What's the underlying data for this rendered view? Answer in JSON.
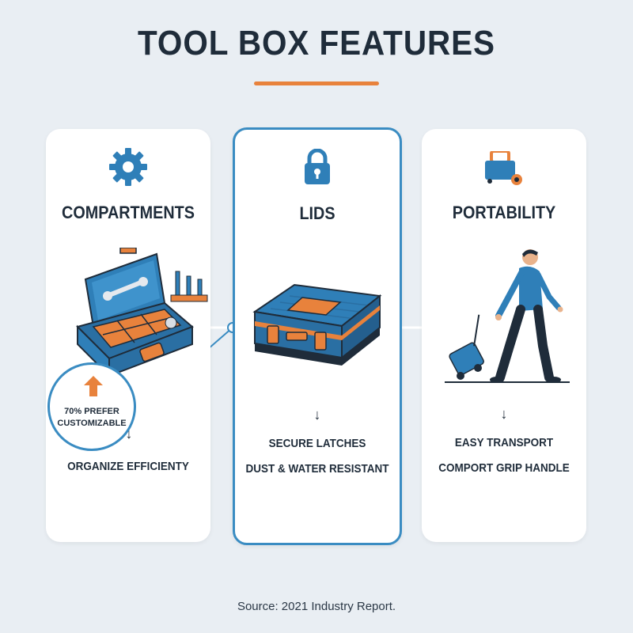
{
  "title": "TOOL BOX FEATURES",
  "colors": {
    "accent_orange": "#e8823c",
    "accent_blue": "#3a8cc2",
    "dark": "#1f2c3a",
    "background": "#e9eef3"
  },
  "cards": [
    {
      "icon": "gear-icon",
      "title": "COMPARTMENTS",
      "illustration": "open-toolbox-illustration",
      "badge": {
        "icon": "arrow-up-icon",
        "line1": "70% PREFER",
        "line2": "CUSTOMIZABLE"
      },
      "arrow": "↓",
      "details": [
        "ORGANIZE EFFICIENTY"
      ]
    },
    {
      "icon": "padlock-icon",
      "title": "LIDS",
      "illustration": "closed-toolbox-illustration",
      "arrow": "↓",
      "details": [
        "SECURE LATCHES",
        "DUST & WATER RESISTANT"
      ]
    },
    {
      "icon": "rolling-case-icon",
      "title": "PORTABILITY",
      "illustration": "person-pulling-case-illustration",
      "arrow": "↓",
      "details": [
        "EASY TRANSPORT",
        "COMPORT GRIP HANDLE"
      ]
    }
  ],
  "source": "Source: 2021 Industry Report."
}
